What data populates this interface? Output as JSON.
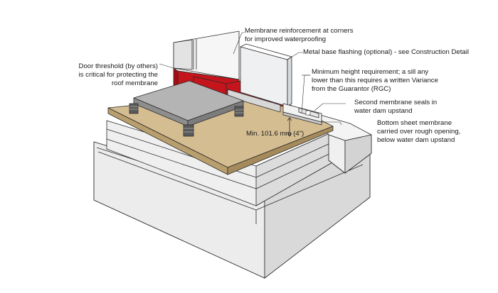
{
  "annotations": {
    "membrane_reinforcement": [
      "Membrane reinforcement at corners",
      "for improved waterproofing"
    ],
    "metal_base_flashing": [
      "Metal base flashing (optional) - see Construction Detail"
    ],
    "door_threshold": [
      "Door threshold (by others)",
      "is critical for protecting the",
      "roof membrane"
    ],
    "minimum_height": [
      "Minimum height requirement; a sill any",
      "lower than this requires a written Variance",
      "from the Guarantor (RGC)"
    ],
    "second_membrane": [
      "Second membrane seals in",
      "water dam upstand"
    ],
    "bottom_sheet": [
      "Bottom sheet membrane",
      "carried over rough opening,",
      "below water dam upstand"
    ]
  },
  "dimension_label": "Min. 101.6 mm (4\")",
  "colors": {
    "membrane": "#c4151c",
    "deck": "#d5bd92",
    "slab": "#b4b4b4",
    "concrete": "#e6e6e6",
    "glass": "#eef0f1"
  }
}
